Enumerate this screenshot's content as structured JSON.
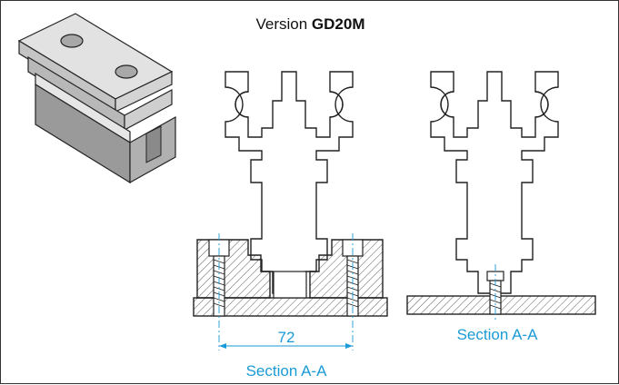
{
  "title": {
    "prefix": "Version",
    "model": "GD20M"
  },
  "left_section": {
    "dimension": "72",
    "caption": "Section A-A"
  },
  "right_section": {
    "caption": "Section A-A"
  },
  "colors": {
    "outline": "#222222",
    "dimension_blue": "#1a9ad6",
    "block_light": "#e2e2e2",
    "block_mid": "#c4c4c4",
    "block_dark": "#9a9a9a"
  },
  "icons": {
    "block": "clamping-block-icon",
    "profile": "aluminium-profile-icon"
  }
}
